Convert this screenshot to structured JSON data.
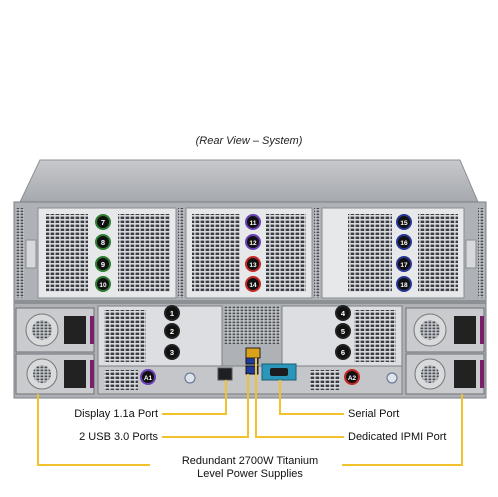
{
  "caption": "(Rear View – System)",
  "callouts": {
    "display_port": "Display 1.1a Port",
    "usb_ports": "2 USB 3.0 Ports",
    "serial_port": "Serial Port",
    "ipmi_port": "Dedicated IPMI Port",
    "power_line1": "Redundant 2700W Titanium",
    "power_line2": "Level Power Supplies"
  },
  "gpu_slots": {
    "left": [
      "7",
      "8",
      "9",
      "10"
    ],
    "middle": [
      "11",
      "12",
      "13",
      "14"
    ],
    "right": [
      "15",
      "16",
      "17",
      "18"
    ]
  },
  "pcie_slots": {
    "left": [
      "1",
      "2",
      "3"
    ],
    "right": [
      "4",
      "5",
      "6"
    ],
    "aux_left": "A1",
    "aux_right": "A2"
  },
  "colors": {
    "chassis": "#b9bcc0",
    "panel": "#e4e6e8",
    "callout_line": "#f2c12e",
    "badge_green": "#2e7d32",
    "badge_purple": "#6a3fb5",
    "badge_red": "#c62828",
    "badge_blue": "#283593",
    "badge_black": "#222222"
  }
}
